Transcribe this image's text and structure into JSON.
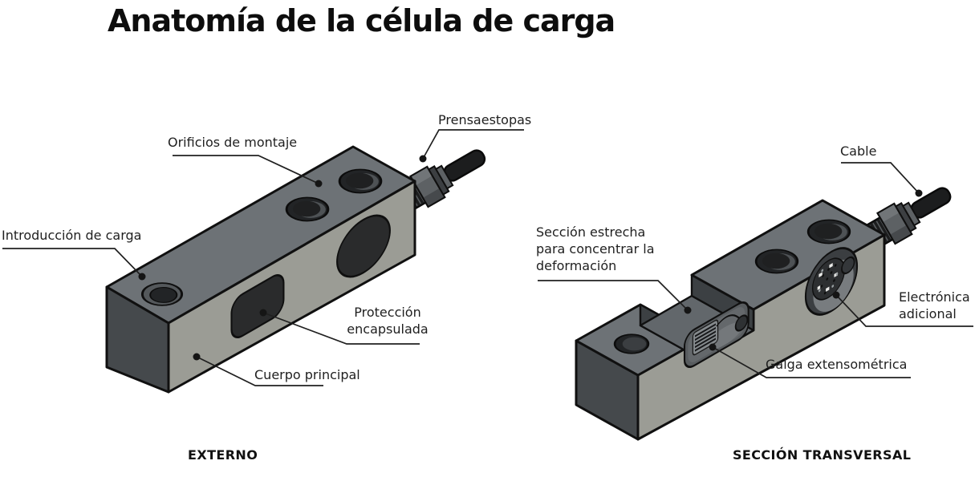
{
  "title": "Anatomía de la célula de carga",
  "views": {
    "external": {
      "caption": "EXTERNO",
      "labels": {
        "mounting_holes": "Orificios de montaje",
        "cable_gland": "Prensaestopas",
        "load_introduction": "Introducción de carga",
        "encapsulated_protection": "Protección\nencapsulada",
        "main_body": "Cuerpo principal"
      }
    },
    "cross_section": {
      "caption": "SECCIÓN TRANSVERSAL",
      "labels": {
        "cable": "Cable",
        "narrow_section": "Sección estrecha\npara concentrar la\ndeformación",
        "additional_electronics": "Electrónica\nadicional",
        "strain_gauge": "Galga extensométrica"
      }
    }
  },
  "colors": {
    "background": "#ffffff",
    "top_face": "#6d7276",
    "side_face": "#9b9c95",
    "end_face": "#45494c",
    "notch_wall": "#3c4043",
    "notch_floor": "#62676b",
    "dark_detail": "#2a2b2c",
    "hole_rim": "#54585b",
    "hole_dark": "#222426",
    "cavity": "#585c5f",
    "gauge_pad": "#858a8d",
    "bore_ring": "#3b3e41",
    "bore_inner": "#787c7f",
    "pcb": "#2d2f31",
    "metal_gray": "#5d6164",
    "cable_black": "#1c1d1e",
    "outline": "#101010",
    "label_text": "#1f1f1f"
  }
}
